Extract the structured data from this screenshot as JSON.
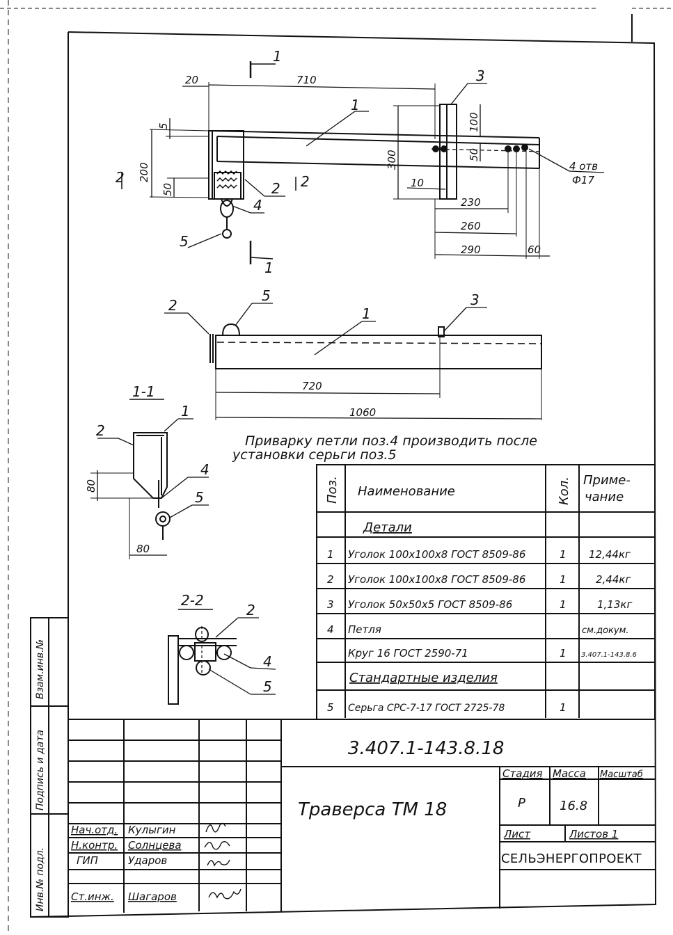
{
  "drawing": {
    "top_view": {
      "dims": [
        "20",
        "710",
        "5",
        "200",
        "50",
        "300",
        "100",
        "50",
        "10",
        "230",
        "260",
        "290",
        "60"
      ],
      "holes_line1": "4 отв",
      "holes_line2": "Ф17",
      "section_mark": "1",
      "section_mark_2": "2",
      "callouts": [
        "1",
        "2",
        "3",
        "4",
        "5"
      ]
    },
    "plan_view": {
      "dims": [
        "720",
        "1060"
      ],
      "callouts": [
        "2",
        "5",
        "3",
        "1"
      ]
    },
    "section_1_1": {
      "title": "1-1",
      "dims": [
        "80",
        "80"
      ],
      "callouts": [
        "1",
        "2",
        "4",
        "5"
      ]
    },
    "section_2_2": {
      "title": "2-2",
      "callouts": [
        "2",
        "4",
        "5"
      ]
    },
    "note_line1": "Приварку петли поз.4 производить после",
    "note_line2": "установки серьги поз.5"
  },
  "spec_table": {
    "headers": {
      "pos": "Поз.",
      "name": "Наименование",
      "qty": "Кол.",
      "note1": "Приме-",
      "note2": "чание"
    },
    "section_details": "Детали",
    "section_standard": "Стандартные изделия",
    "rows": [
      {
        "pos": "1",
        "name": "Уголок 100х100х8 ГОСТ 8509-86",
        "qty": "1",
        "note": "12,44кг"
      },
      {
        "pos": "2",
        "name": "Уголок 100х100х8 ГОСТ 8509-86",
        "qty": "1",
        "note": "2,44кг"
      },
      {
        "pos": "3",
        "name": "Уголок 50х50х5 ГОСТ 8509-86",
        "qty": "1",
        "note": "1,13кг"
      },
      {
        "pos": "4",
        "name": "Петля",
        "qty": "",
        "note": "см.докум."
      },
      {
        "pos": "",
        "name": "Круг 16 ГОСТ 2590-71",
        "qty": "1",
        "note": "3.407.1-143.8.6"
      },
      {
        "pos": "5",
        "name": "Серьга СРС-7-17 ГОСТ 2725-78",
        "qty": "1",
        "note": ""
      }
    ]
  },
  "title_block": {
    "doc_code": "3.407.1-143.8.18",
    "title": "Траверса ТМ 18",
    "labels": {
      "stage": "Стадия",
      "mass": "Масса",
      "scale": "Масштаб",
      "sheet": "Лист",
      "sheets": "Листов 1"
    },
    "stage": "Р",
    "mass": "16.8",
    "org": "СЕЛЬЭНЕРГОПРОЕКТ",
    "people": [
      {
        "role": "Нач.отд.",
        "name": "Кулыгин"
      },
      {
        "role": "Н.контр.",
        "name": "Солнцева"
      },
      {
        "role": "ГИП",
        "name": "Ударов"
      },
      {
        "role": "Ст.инж.",
        "name": "Шагаров"
      }
    ]
  },
  "side_stamp": {
    "inv_orig": "Инв.№ подл.",
    "sign_date": "Подпись и дата",
    "inv_repl": "Взам.инв.№"
  }
}
